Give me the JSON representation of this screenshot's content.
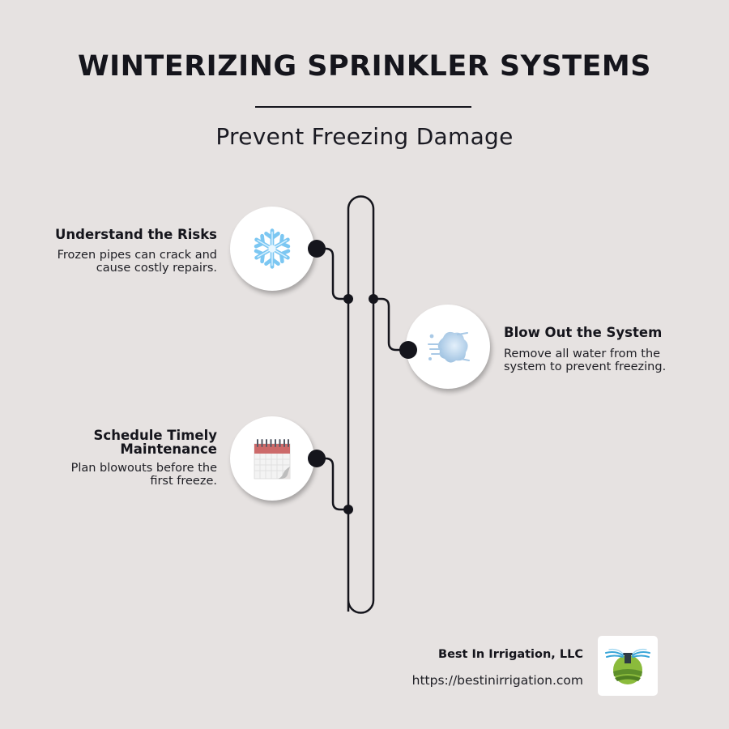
{
  "header": {
    "title": "WINTERIZING SPRINKLER SYSTEMS",
    "subtitle": "Prevent Freezing Damage"
  },
  "steps": [
    {
      "title": "Understand the Risks",
      "description_lines": [
        "Frozen pipes can crack and",
        "cause costly repairs."
      ],
      "icon": "snowflake-icon",
      "side": "left"
    },
    {
      "title": "Blow Out the System",
      "description_lines": [
        "Remove all water from the",
        "system to prevent freezing."
      ],
      "icon": "wind-blowing-icon",
      "side": "right"
    },
    {
      "title_lines": [
        "Schedule Timely",
        "Maintenance"
      ],
      "description_lines": [
        "Plan blowouts before the",
        "first freeze."
      ],
      "icon": "calendar-icon",
      "side": "left"
    }
  ],
  "footer": {
    "company": "Best In Irrigation, LLC",
    "url": "https://bestinirrigation.com",
    "logo": "sprinkler-field-logo"
  },
  "colors": {
    "background": "#e6e2e1",
    "ink": "#15151c",
    "circle": "#ffffff",
    "logo_green": "#7fb342",
    "logo_blue": "#3aa6d8"
  }
}
